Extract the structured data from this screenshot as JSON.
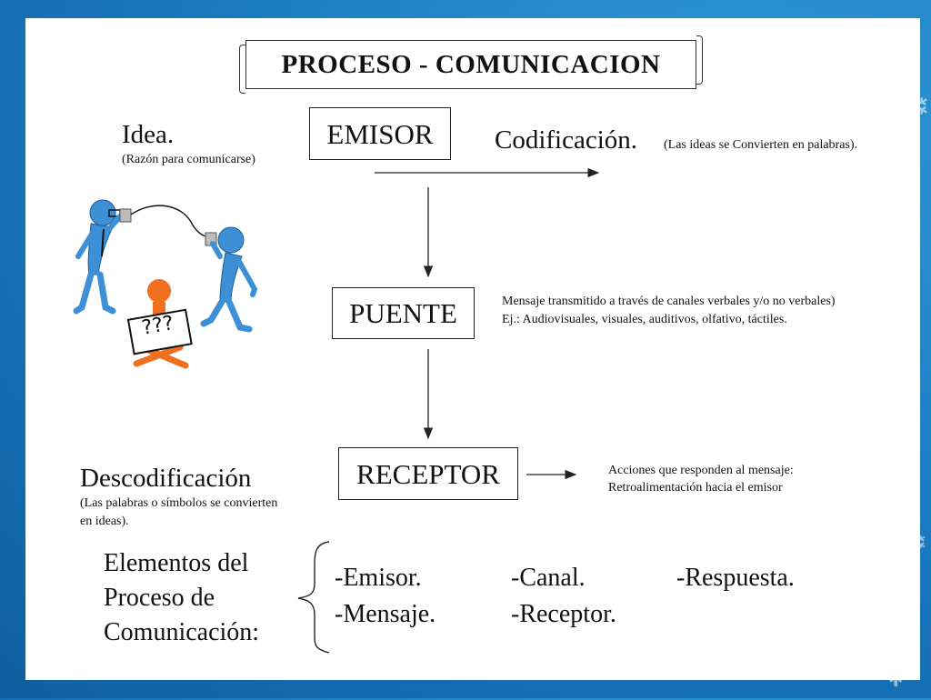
{
  "title": "PROCESO - COMUNICACION",
  "idea": {
    "label": "Idea.",
    "note": "(Razón para comunicarse)"
  },
  "emisor": "EMISOR",
  "codificacion": {
    "label": "Codificación.",
    "note": "(Las ideas se Convierten en palabras)."
  },
  "puente": "PUENTE",
  "puente_note": {
    "line1": "Mensaje transmitido a través de canales verbales y/o no verbales)",
    "line2": "Ej.: Audiovisuales, visuales, auditivos, olfativo, táctiles."
  },
  "receptor": "RECEPTOR",
  "receptor_note": {
    "line1": "Acciones que responden al mensaje:",
    "line2": "Retroalimentación  hacia el emisor"
  },
  "descodificacion": {
    "label": "Descodificación",
    "note1": "(Las palabras o símbolos se convierten",
    "note2": "en ideas)."
  },
  "elementos": {
    "heading": [
      "Elementos del",
      "Proceso de",
      "Comunicación:"
    ],
    "items": [
      "-Emisor.",
      "-Canal.",
      "-Respuesta.",
      "-Mensaje.",
      "-Receptor."
    ]
  },
  "illustration": {
    "sign_text": "???"
  },
  "colors": {
    "figure_blue": "#3d8fd6",
    "figure_orange": "#f07020",
    "background_blue": "#1a78bf"
  }
}
